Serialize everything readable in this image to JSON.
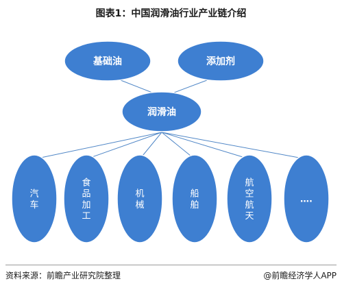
{
  "title": "图表1：中国润滑油行业产业链介绍",
  "diagram": {
    "upstream": [
      "基础油",
      "添加剂"
    ],
    "core": "润滑油",
    "downstream": [
      "汽车",
      "食品加工",
      "机械",
      "船舶",
      "航空航天",
      "…."
    ]
  },
  "footer": {
    "source": "资料来源：前瞻产业研究院整理",
    "brand": "@前瞻经济学人APP"
  },
  "colors": {
    "node_fill": "#3e7fd1",
    "node_stroke": "#ffffff",
    "connector": "#4f86c6",
    "text": "#ffffff"
  }
}
